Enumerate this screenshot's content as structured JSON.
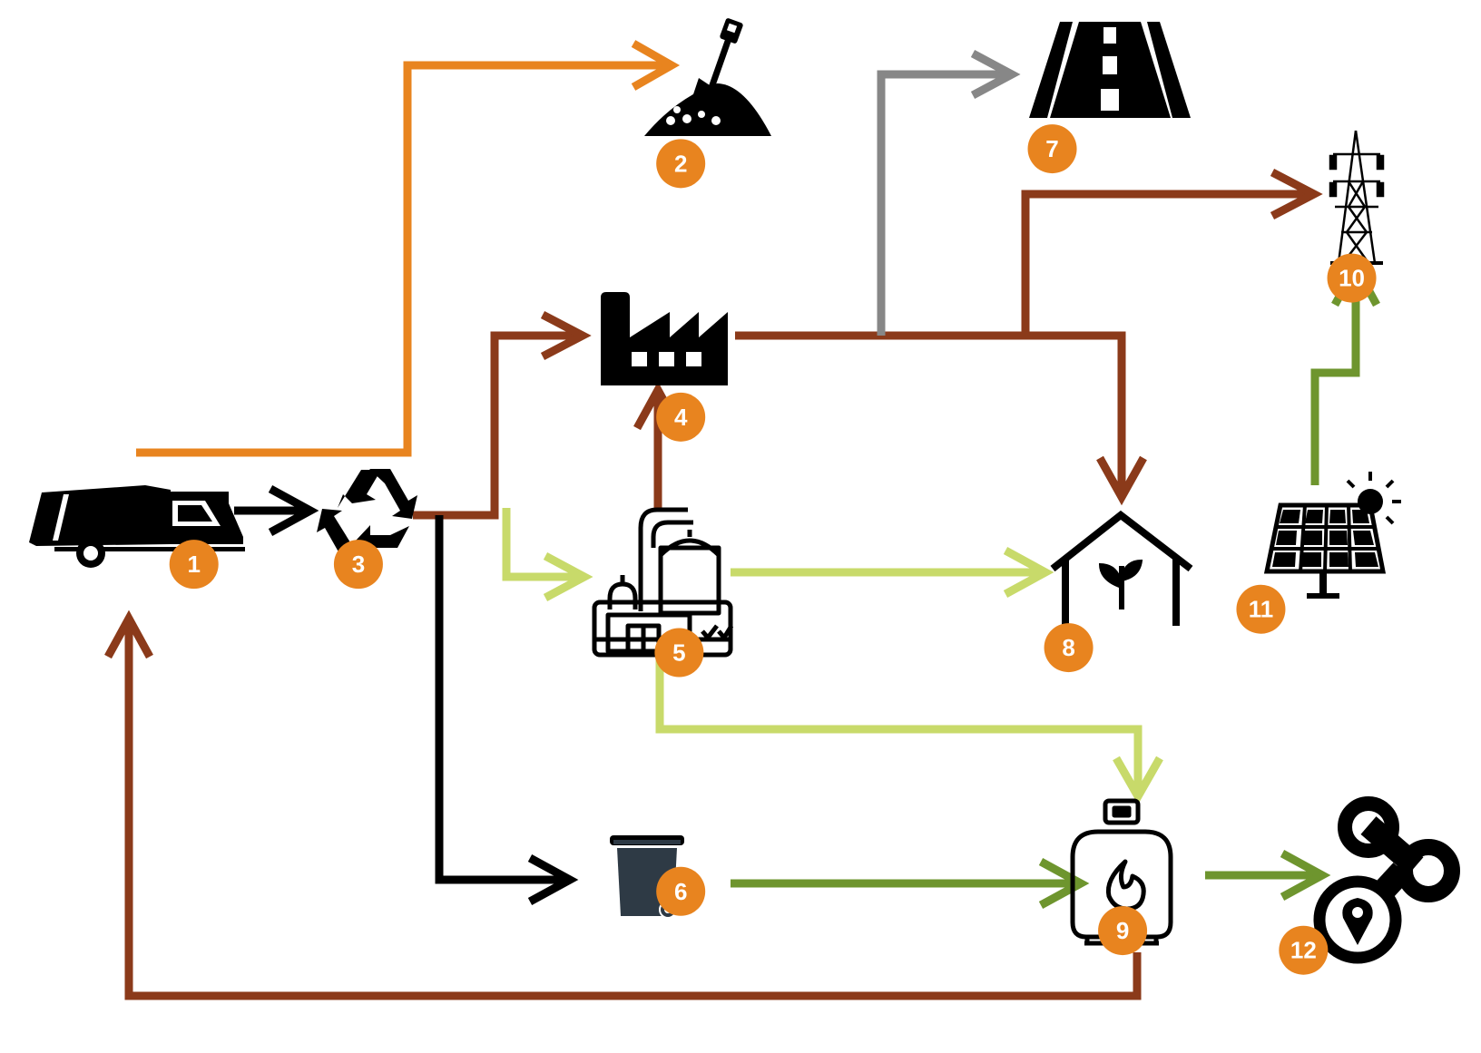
{
  "colors": {
    "brown": "#8B3A1A",
    "orange": "#E8841F",
    "gray": "#878787",
    "light_green": "#C8DA6A",
    "dark_green": "#6E952E",
    "black": "#000000",
    "badge": "#E8841F",
    "bin": "#2E3A45"
  },
  "nodes": [
    {
      "id": "1",
      "icon": "garbage-truck-icon",
      "label": "1"
    },
    {
      "id": "2",
      "icon": "soil-shovel-icon",
      "label": "2"
    },
    {
      "id": "3",
      "icon": "recycle-icon",
      "label": "3"
    },
    {
      "id": "4",
      "icon": "factory-icon",
      "label": "4"
    },
    {
      "id": "5",
      "icon": "biogas-plant-icon",
      "label": "5"
    },
    {
      "id": "6",
      "icon": "waste-bin-icon",
      "label": "6"
    },
    {
      "id": "7",
      "icon": "road-icon",
      "label": "7"
    },
    {
      "id": "8",
      "icon": "greenhouse-icon",
      "label": "8"
    },
    {
      "id": "9",
      "icon": "gas-cylinder-icon",
      "label": "9"
    },
    {
      "id": "10",
      "icon": "power-tower-icon",
      "label": "10"
    },
    {
      "id": "11",
      "icon": "solar-panel-icon",
      "label": "11"
    },
    {
      "id": "12",
      "icon": "location-network-icon",
      "label": "12"
    }
  ],
  "edges": [
    {
      "from": "1",
      "to": "3",
      "color": "black"
    },
    {
      "from": "1",
      "to": "2",
      "color": "orange"
    },
    {
      "from": "3",
      "to": "4",
      "color": "brown"
    },
    {
      "from": "3",
      "to": "5",
      "color": "light_green"
    },
    {
      "from": "3",
      "to": "6",
      "color": "black"
    },
    {
      "from": "5",
      "to": "4",
      "color": "brown"
    },
    {
      "from": "4",
      "to": "7",
      "color": "gray"
    },
    {
      "from": "4",
      "to": "10",
      "color": "brown"
    },
    {
      "from": "4",
      "to": "8",
      "color": "brown"
    },
    {
      "from": "5",
      "to": "8",
      "color": "light_green"
    },
    {
      "from": "5",
      "to": "9",
      "color": "light_green"
    },
    {
      "from": "6",
      "to": "9",
      "color": "dark_green"
    },
    {
      "from": "9",
      "to": "12",
      "color": "dark_green"
    },
    {
      "from": "11",
      "to": "10",
      "color": "dark_green"
    },
    {
      "from": "9",
      "to": "1",
      "color": "brown"
    }
  ]
}
